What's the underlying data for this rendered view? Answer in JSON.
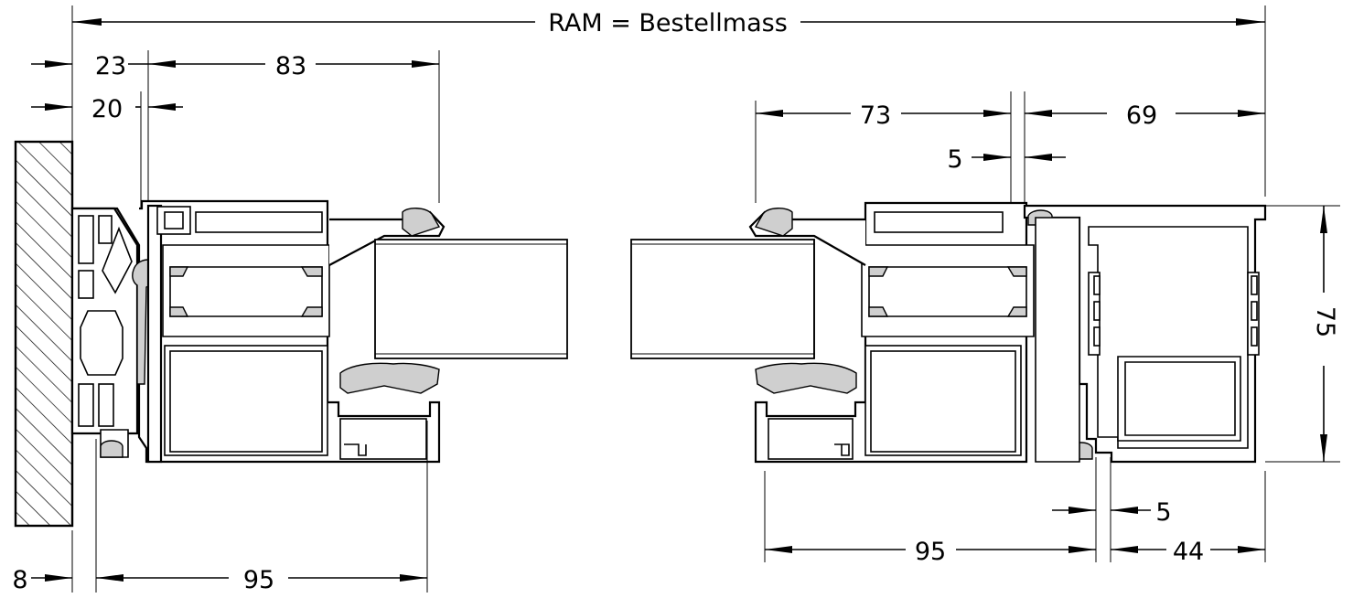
{
  "drawing": {
    "title": "RAM = Bestellmass",
    "dimensions": {
      "left_23": "23",
      "left_83": "83",
      "left_20": "20",
      "left_8": "8",
      "left_95": "95",
      "right_73": "73",
      "right_69": "69",
      "right_5_top": "5",
      "right_5_bottom": "5",
      "right_95": "95",
      "right_44": "44",
      "height_75": "75"
    }
  }
}
